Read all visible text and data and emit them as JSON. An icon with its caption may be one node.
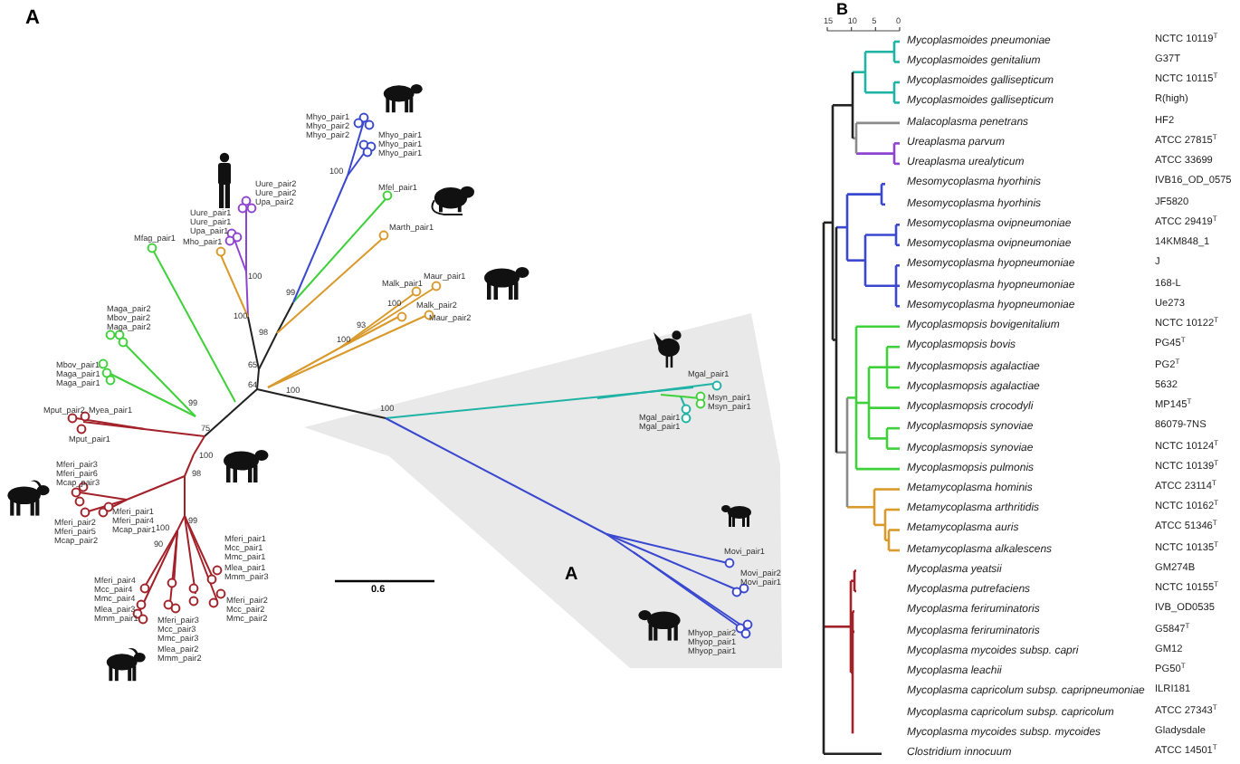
{
  "diagram": {
    "labels": [
      "A",
      "Mhyo_pair1 Mhyo_pair2 Mhyo_pair2",
      "Mhyo_pair1 Mhyo_pair1 Mhyo_pair1",
      "100",
      "Uure_pair2 Uure_pair2 Upa_pair2",
      "Mfel_pair1",
      "Uure_pair1 Uure_pair1 Upa_pair1",
      "Marth_pair1",
      "Mfag_pair1",
      "Mho_pair1",
      "100",
      "Maur_pair1",
      "Malk_pair1",
      "99",
      "100",
      "Malk_pair2",
      "Maga_pair2 Mbov_pair2 Maga_pair2",
      "100",
      "Maur_pair2",
      "93",
      "98",
      "100",
      "Mbov_pair1 Maga_pair1 Maga_pair1",
      "65",
      "Mgal_pair1",
      "64",
      "100",
      "Msyn_pair1 Msyn_pair1",
      "100",
      "Mgal_pair1 Mgal_pair1",
      "Mput_pair2",
      "Myea_pair1",
      "99",
      "75",
      "Mput_pair1",
      "100",
      "Mferi_pair3 Mferi_pair6 Mcap_pair3",
      "98",
      "Mferi_pair1 Mferi_pair4 Mcap_pair1",
      "Mferi_pair2 Mferi_pair5 Mcap_pair2",
      "99",
      "100",
      "Mferi_pair1 Mcc_pair1 Mmc_pair1 Mlea_pair1 Mmm_pair3",
      "90",
      "Movi_pair1",
      "A",
      "Movi_pair2 Movi_pair1",
      "Mferi_pair4 Mcc_pair4 Mmc_pair4 Mlea_pair3 Mmm_pair1",
      "0.6",
      "Mferi_pair2 Mcc_pair2 Mmc_pair2",
      "Mferi_pair3 Mcc_pair3 Mmc_pair3 Mlea_pair2 Mmm_pair2",
      "Mhyop_pair2 Mhyop_pair1 Mhyop_pair1",
      "B",
      "15",
      "10",
      "5",
      "0",
      "Mycoplasmoides pneumoniae",
      "NCTC 10119$^{T}$",
      "Mycoplasmoides genitalium",
      "G37T",
      "Mycoplasmoides gallisepticum",
      "NCTC 10115$^{T}$",
      "Mycoplasmoides gallisepticum",
      "R(high)",
      "Malacoplasma penetrans",
      "HF2",
      "Ureaplasma parvum",
      "ATCC 27815$^{T}$",
      "Ureaplasma urealyticum",
      "ATCC 33699",
      "Mesomycoplasma hyorhinis",
      "IVB16_OD_0575",
      "Mesomycoplasma hyorhinis",
      "JF5820",
      "Mesomycoplasma ovipneumoniae",
      "ATCC 29419$^{T}$",
      "Mesomycoplasma ovipneumoniae",
      "14KM848_1",
      "Mesomycoplasma hyopneumoniae",
      "J",
      "Mesomycoplasma hyopneumoniae",
      "168-L",
      "Mesomycoplasma hyopneumoniae",
      "Ue273",
      "Mycoplasmopsis bovigenitalium",
      "NCTC 10122$^{T}$",
      "Mycoplasmopsis bovis",
      "PG45$^{T}$",
      "Mycoplasmopsis agalactiae",
      "PG2$^{T}$",
      "Mycoplasmopsis agalactiae",
      "5632",
      "Mycoplasmopsis crocodyli",
      "MP145$^{T}$",
      "Mycoplasmopsis synoviae",
      "86079-7NS",
      "Mycoplasmopsis synoviae",
      "NCTC 10124$^{T}$",
      "Mycoplasmopsis pulmonis",
      "NCTC 10139$^{T}$",
      "Metamycoplasma hominis",
      "ATCC 23114$^{T}$",
      "Metamycoplasma arthritidis",
      "NCTC 10162$^{T}$",
      "Metamycoplasma auris",
      "ATCC 51346$^{T}$",
      "Metamycoplasma alkalescens",
      "NCTC 10135$^{T}$",
      "Mycoplasma yeatsii",
      "GM274B",
      "Mycoplasma putrefaciens",
      "NCTC 10155$^{T}$",
      "Mycoplasma feriruminatoris",
      "IVB_OD0535",
      "Mycoplasma feriruminatoris",
      "G5847$^{T}$",
      "Mycoplasma mycoides subsp. capri",
      "GM12",
      "Mycoplasma leachii",
      "PG50$^{T}$",
      "Mycoplasma capricolum subsp. capripneumoniae",
      "ILRI181",
      "Mycoplasma capricolum subsp. capricolum",
      "ATCC 27343$^{T}$",
      "Mycoplasma mycoides subsp. mycoides",
      "Gladysdale",
      "Clostridium innocuum",
      "ATCC 14501$^{T}$"
    ]
  }
}
